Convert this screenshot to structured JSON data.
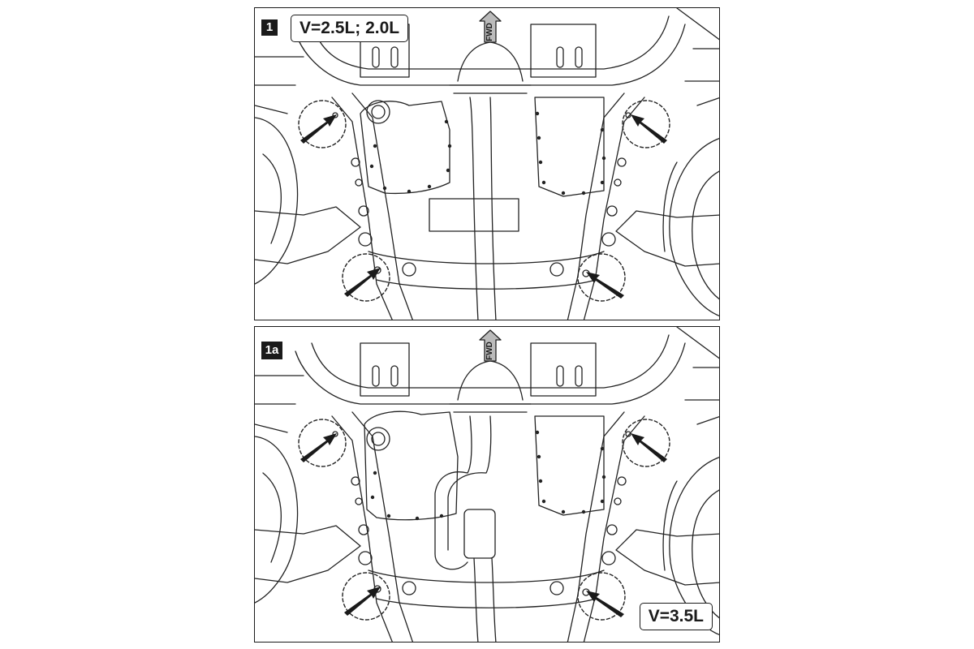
{
  "panels": [
    {
      "tag": "1",
      "spec": "V=2.5L; 2.0L",
      "direction": "FWD"
    },
    {
      "tag": "1a",
      "spec": "V=3.5L",
      "direction": "FWD"
    }
  ]
}
